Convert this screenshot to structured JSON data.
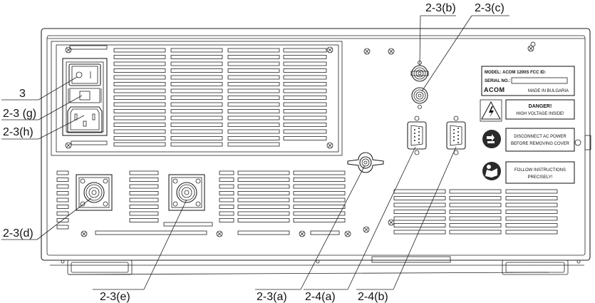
{
  "callouts": {
    "c_2_3_b": "2-3(b)",
    "c_2_3_c": "2-3(c)",
    "c_3": "3",
    "c_2_3_g": "2-3 (g)",
    "c_2_3_h": "2-3(h)",
    "c_2_3_d": "2-3(d)",
    "c_2_3_e": "2-3(e)",
    "c_2_3_a": "2-3(a)",
    "c_2_4_a": "2-4(a)",
    "c_2_4_b": "2-4(b)"
  },
  "nameplate": {
    "model": "MODEL: ACOM 1200S FCC ID:",
    "serial": "SERIAL NO.:",
    "logo": "ACOM",
    "made_in": "MADE IN BULGARIA"
  },
  "warnings": {
    "danger_title": "DANGER!",
    "danger_text": "HIGH VOLTAGE INSIDE!",
    "disconnect_line1": "DISCONNECT AC POWER",
    "disconnect_line2": "BEFORE REMOVING COVER",
    "follow_line1": "FOLLOW INSTRUCTIONS",
    "follow_line2": "PRECISELY!"
  }
}
